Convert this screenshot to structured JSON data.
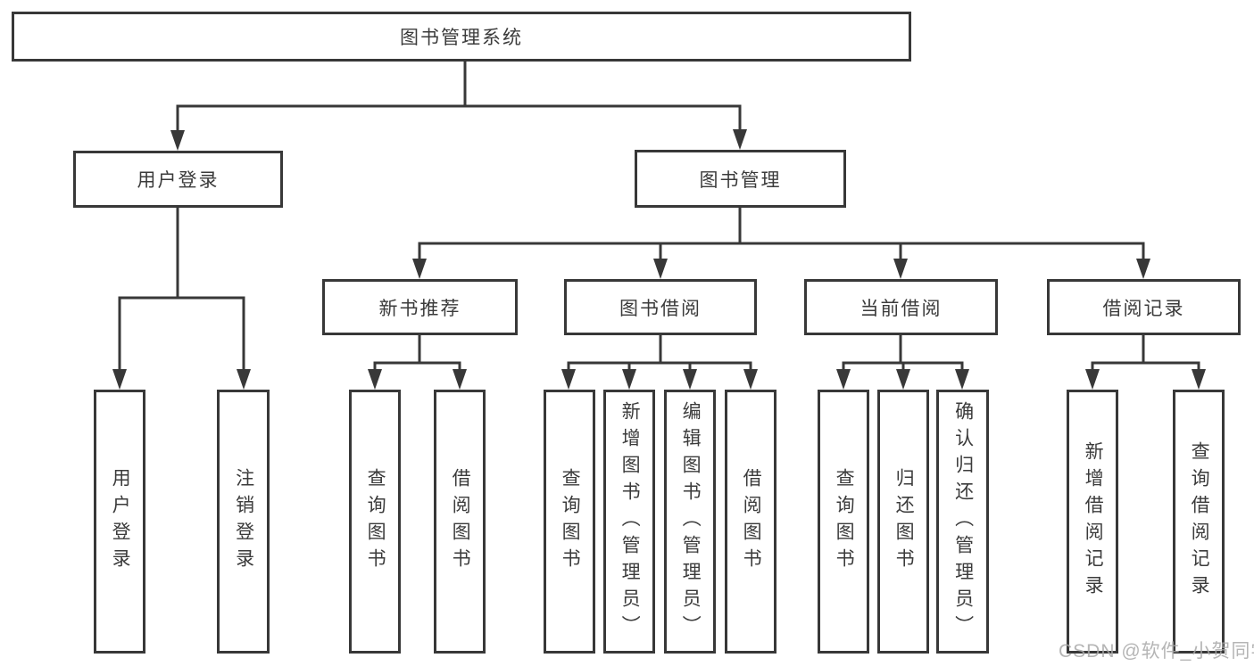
{
  "diagram": {
    "root": {
      "label": "图书管理系统"
    },
    "branches": [
      {
        "label": "用户登录",
        "children": [
          {
            "label": "用户登录"
          },
          {
            "label": "注销登录"
          }
        ]
      },
      {
        "label": "图书管理",
        "children": [
          {
            "label": "新书推荐",
            "children": [
              {
                "label": "查询图书"
              },
              {
                "label": "借阅图书"
              }
            ]
          },
          {
            "label": "图书借阅",
            "children": [
              {
                "label": "查询图书"
              },
              {
                "label": "新增图书（管理员）"
              },
              {
                "label": "编辑图书（管理员）"
              },
              {
                "label": "借阅图书"
              }
            ]
          },
          {
            "label": "当前借阅",
            "children": [
              {
                "label": "查询图书"
              },
              {
                "label": "归还图书"
              },
              {
                "label": "确认归还（管理员）"
              }
            ]
          },
          {
            "label": "借阅记录",
            "children": [
              {
                "label": "新增借阅记录"
              },
              {
                "label": "查询借阅记录"
              }
            ]
          }
        ]
      }
    ],
    "watermark": {
      "text": "CSDN @软件_小贺同学"
    },
    "colors": {
      "line": "#383838",
      "text": "#3b3b3b",
      "watermark": "#a8a8a8",
      "background": "#ffffff"
    }
  }
}
